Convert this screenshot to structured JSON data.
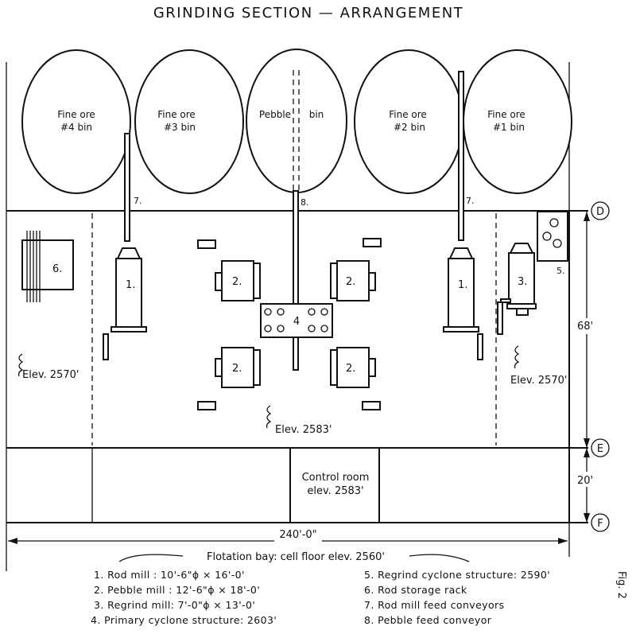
{
  "title": "GRINDING SECTION — ARRANGEMENT",
  "bins": {
    "b4": {
      "line1": "Fine ore",
      "line2": "#4 bin"
    },
    "b3": {
      "line1": "Fine ore",
      "line2": "#3 bin"
    },
    "pebble": {
      "line1": "Pebble",
      "line2": "bin"
    },
    "b2": {
      "line1": "Fine ore",
      "line2": "#2 bin"
    },
    "b1": {
      "line1": "Fine ore",
      "line2": "#1 bin"
    }
  },
  "equipment_labels": {
    "rack": "6.",
    "rod_left": "1.",
    "rod_right": "1.",
    "peb_tl": "2.",
    "peb_tr": "2.",
    "peb_bl": "2.",
    "peb_br": "2.",
    "cyclone": "4",
    "regrind": "3.",
    "regrind_cyc": "5.",
    "conv_left": "7.",
    "conv_right": "7.",
    "conv_center": "8."
  },
  "elevations": {
    "left": "Elev. 2570'",
    "right": "Elev. 2570'",
    "center": "Elev. 2583'"
  },
  "control_room": {
    "line1": "Control room",
    "line2": "elev. 2583'"
  },
  "grid": {
    "d": "D",
    "e": "E",
    "f": "F"
  },
  "dimensions": {
    "d68": "68'",
    "d20": "20'",
    "d240": "240'-0\""
  },
  "flotation": "Flotation bay: cell floor elev. 2560'",
  "legend": {
    "i1": "1.   Rod mill  : 10'-6\"ϕ × 16'-0'",
    "i2": "2.   Pebble mill : 12'-6\"ϕ × 18'-0'",
    "i3": "3.   Regrind mill:  7'-0\"ϕ × 13'-0'",
    "i4": "4.   Primary cyclone structure: 2603'",
    "i5": "5.   Regrind cyclone structure: 2590'",
    "i6": "6.   Rod storage rack",
    "i7": "7.   Rod mill feed conveyors",
    "i8": "8.   Pebble feed conveyor"
  },
  "fig": "Fig. 2"
}
